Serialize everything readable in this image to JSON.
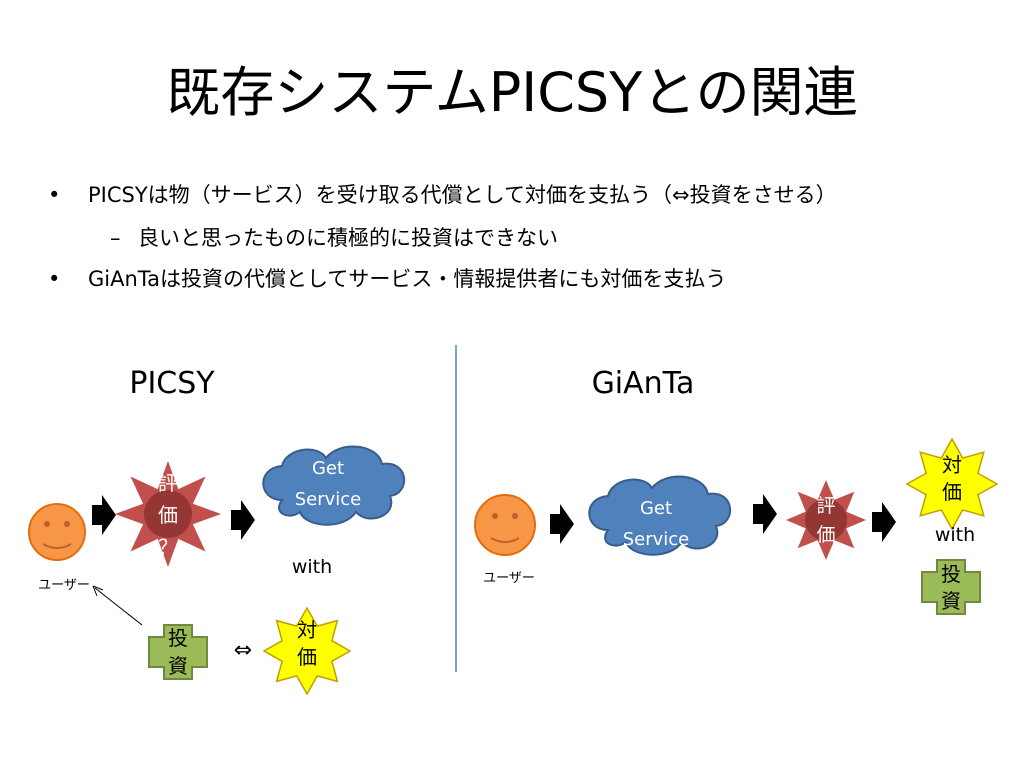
{
  "title": "既存システムPICSYとの関連",
  "bullets": [
    {
      "mark": "•",
      "text": "PICSYは物（サービス）を受け取る代償として対価を支払う（⇔投資をさせる）"
    },
    {
      "mark": "–",
      "text": "良いと思ったものに積極的に投資はできない"
    },
    {
      "mark": "•",
      "text": "GiAnTaは投資の代償としてサービス・情報提供者にも対価を支払う"
    }
  ],
  "picsy": {
    "heading": "PICSY",
    "user_label": "ユーザー",
    "eval_lines": [
      "評",
      "価",
      "？"
    ],
    "service_lines": [
      "Get",
      "Service"
    ],
    "with_label": "with",
    "invest_lines": [
      "投",
      "資"
    ],
    "iff_symbol": "⇔",
    "reward_lines": [
      "対",
      "価"
    ]
  },
  "giant": {
    "heading": "GiAnTa",
    "user_label": "ユーザー",
    "service_lines": [
      "Get",
      "Service"
    ],
    "eval_lines": [
      "評",
      "価"
    ],
    "reward_lines": [
      "対",
      "価"
    ],
    "with_label": "with",
    "invest_lines": [
      "投",
      "資"
    ]
  },
  "colors": {
    "face": "#F79646",
    "face_stroke": "#E46C0A",
    "cloud": "#4F81BD",
    "cloud_stroke": "#385D8A",
    "eval_star": "#C0504D",
    "eval_core": "#943634",
    "reward_star": "#FFFF00",
    "reward_stroke": "#BFA000",
    "invest": "#9BBB59",
    "invest_stroke": "#71893F",
    "divider": "#4F81BD"
  }
}
